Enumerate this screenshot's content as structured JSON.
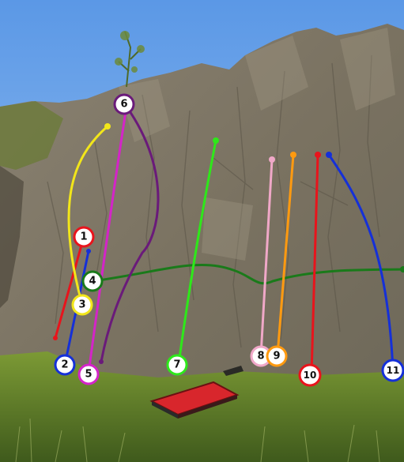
{
  "scene": {
    "subject": "outdoor boulder crag topo with numbered problem lines",
    "sky_color": "#6ea6e8",
    "rock_color": "#7d7566",
    "grass_color": "#6f8f2e",
    "crash_pad_color": "#d8262c"
  },
  "routes": [
    {
      "number": "1",
      "color": "#e8141c",
      "marker_stroke": "#e8141c"
    },
    {
      "number": "2",
      "color": "#1530d8",
      "marker_stroke": "#1530d8"
    },
    {
      "number": "3",
      "color": "#f2e61a",
      "marker_stroke": "#f2e61a"
    },
    {
      "number": "4",
      "color": "#1a7a1a",
      "marker_stroke": "#1a7a1a"
    },
    {
      "number": "5",
      "color": "#d424c8",
      "marker_stroke": "#d424c8"
    },
    {
      "number": "6",
      "color": "#6a1a7a",
      "marker_stroke": "#6a1a7a"
    },
    {
      "number": "7",
      "color": "#2ee81a",
      "marker_stroke": "#2ee81a"
    },
    {
      "number": "8",
      "color": "#f0a8c8",
      "marker_stroke": "#f0a8c8"
    },
    {
      "number": "9",
      "color": "#ff9a10",
      "marker_stroke": "#ff9a10"
    },
    {
      "number": "10",
      "color": "#e8141c",
      "marker_stroke": "#e8141c"
    },
    {
      "number": "11",
      "color": "#1530d8",
      "marker_stroke": "#1530d8"
    }
  ]
}
